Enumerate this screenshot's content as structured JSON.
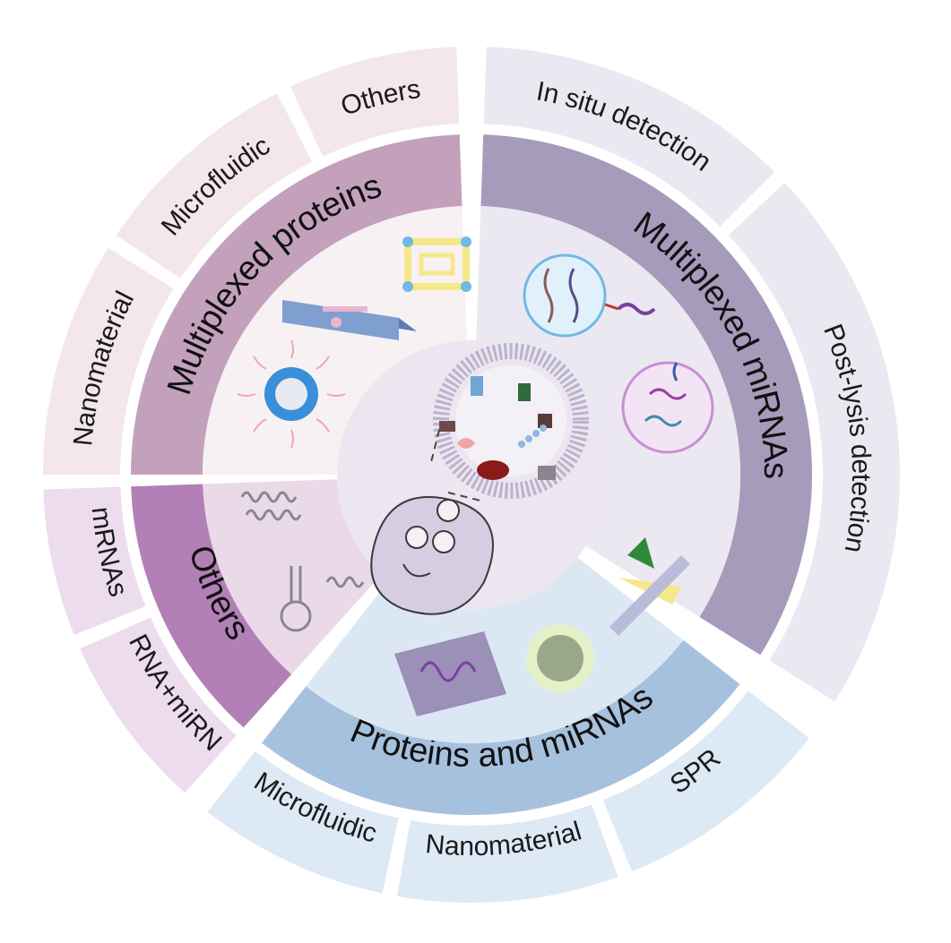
{
  "categories": [
    {
      "label": "Multiplexed proteins",
      "color": "#c3a1bd",
      "inner_color": "#f7f1f3",
      "subcategories": [
        {
          "label": "Nanomaterial",
          "color": "#f3e6ec"
        },
        {
          "label": "Microfluidic",
          "color": "#f3e6ec"
        },
        {
          "label": "Others",
          "color": "#f3e6ec"
        }
      ]
    },
    {
      "label": "Multiplexed miRNAs",
      "color": "#a69bbb",
      "inner_color": "#ece8f1",
      "subcategories": [
        {
          "label": "In situ detection",
          "color": "#ebe8f2"
        },
        {
          "label": "Post-lysis detection",
          "color": "#ebe8f2"
        }
      ]
    },
    {
      "label": "Proteins and miRNAs",
      "color": "#a6c1de",
      "inner_color": "#dbe8f4",
      "subcategories": [
        {
          "label": "SPR",
          "color": "#dde9f5"
        },
        {
          "label": "Nanomaterial",
          "color": "#dde9f5"
        },
        {
          "label": "Microfluidic",
          "color": "#dde9f5"
        }
      ]
    },
    {
      "label": "Others",
      "color": "#b27fb6",
      "inner_color": "#ead9e6",
      "subcategories": [
        {
          "label": "mRNA+miRNA",
          "color": "#ecdced"
        },
        {
          "label": "mRNAs",
          "color": "#ecdced"
        }
      ]
    }
  ],
  "center": {
    "color": "#ece6f0"
  }
}
